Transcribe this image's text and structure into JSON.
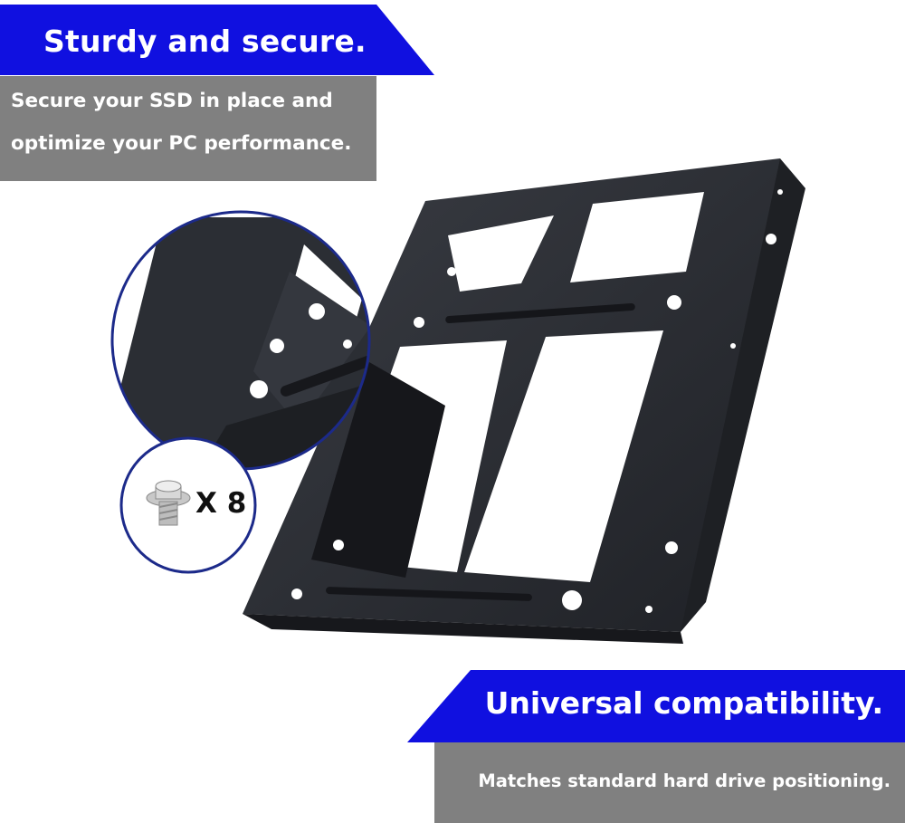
{
  "top_banner": {
    "title": "Sturdy and secure.",
    "line1": "Secure your SSD in place and",
    "line2": "optimize your PC performance."
  },
  "bottom_banner": {
    "title": "Universal compatibility.",
    "line1": "Matches standard hard drive positioning."
  },
  "accessory": {
    "count_label": "X 8",
    "icon": "screw-icon"
  },
  "colors": {
    "banner_blue": "#1010e0",
    "panel_gray": "#808080",
    "bracket_black": "#2a2c31",
    "circle_outline": "#1c2a8a"
  }
}
